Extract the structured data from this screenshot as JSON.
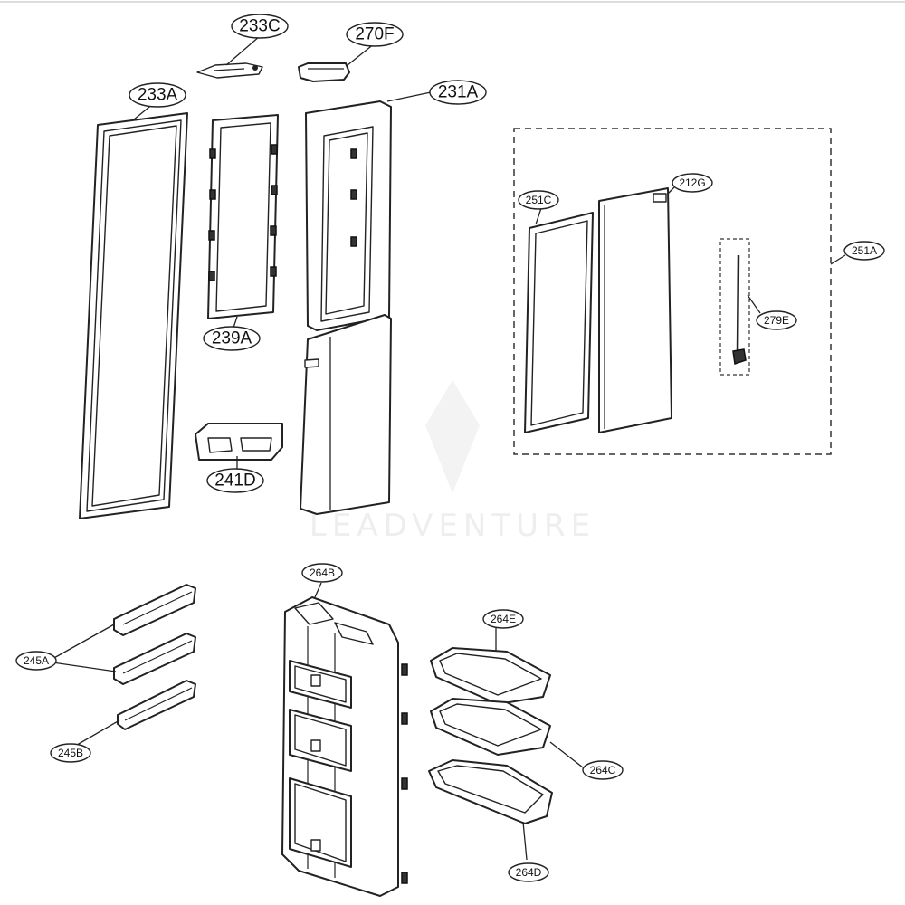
{
  "diagram": {
    "watermark": "LEADVENTURE",
    "callouts": {
      "c233C": "233C",
      "c270F": "270F",
      "c233A": "233A",
      "c231A": "231A",
      "c239A": "239A",
      "c241D": "241D",
      "c251C": "251C",
      "c212G": "212G",
      "c251A": "251A",
      "c279E": "279E",
      "c264B": "264B",
      "c264E": "264E",
      "c245A": "245A",
      "c245B": "245B",
      "c264C": "264C",
      "c264D": "264D"
    }
  }
}
